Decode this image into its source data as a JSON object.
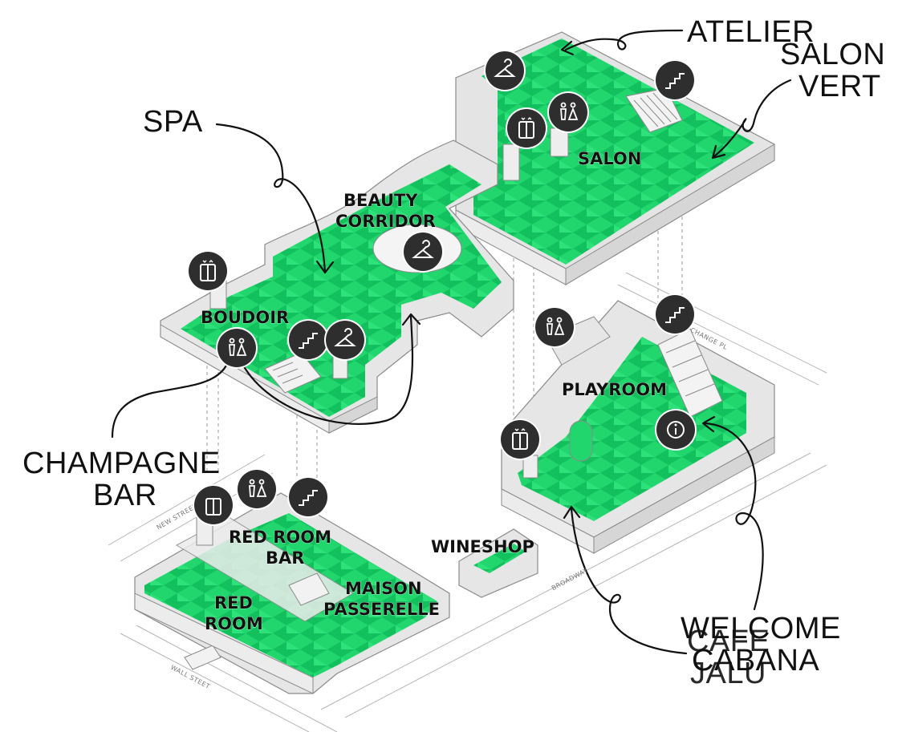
{
  "colors": {
    "floor": "#22d66e",
    "floor_dark": "#13b857",
    "wall": "#e4e4e4",
    "wall_line": "#8a8a8a",
    "icon_bg": "#2e2e2e"
  },
  "rooms": {
    "atelier": "ATELIER",
    "salon_vert_1": "SALON",
    "salon_vert_2": "VERT",
    "spa": "SPA",
    "salon": "SALON",
    "beauty_1": "BEAUTY",
    "beauty_2": "CORRIDOR",
    "boudoir": "BOUDOIR",
    "playroom": "PLAYROOM",
    "champagne_1": "CHAMPAGNE",
    "champagne_2": "BAR",
    "red_room_bar_1": "RED ROOM",
    "red_room_bar_2": "BAR",
    "wineshop": "WINESHOP",
    "maison_1": "MAISON",
    "maison_2": "PASSERELLE",
    "red_room_1": "RED",
    "red_room_2": "ROOM",
    "welcome_1": "WELCOME",
    "welcome_2": "CABANA",
    "cafe_1": "CAFE",
    "cafe_2": "JALU"
  },
  "streets": {
    "new_street": "NEW STREET",
    "wall_street": "WALL STEET",
    "broadway": "BROADWAY",
    "exchange": "CHANGE PL"
  },
  "icons": [
    {
      "kind": "hanger-icon"
    },
    {
      "kind": "stairs-icon"
    },
    {
      "kind": "elevator-icon"
    },
    {
      "kind": "restroom-icon"
    },
    {
      "kind": "elevator-icon"
    },
    {
      "kind": "hanger-icon"
    },
    {
      "kind": "stairs-icon"
    },
    {
      "kind": "hanger-icon"
    },
    {
      "kind": "restroom-icon"
    },
    {
      "kind": "restroom-icon"
    },
    {
      "kind": "stairs-icon"
    },
    {
      "kind": "elevator-icon"
    },
    {
      "kind": "info-icon"
    },
    {
      "kind": "elevator-icon"
    },
    {
      "kind": "restroom-icon"
    },
    {
      "kind": "stairs-icon"
    }
  ]
}
